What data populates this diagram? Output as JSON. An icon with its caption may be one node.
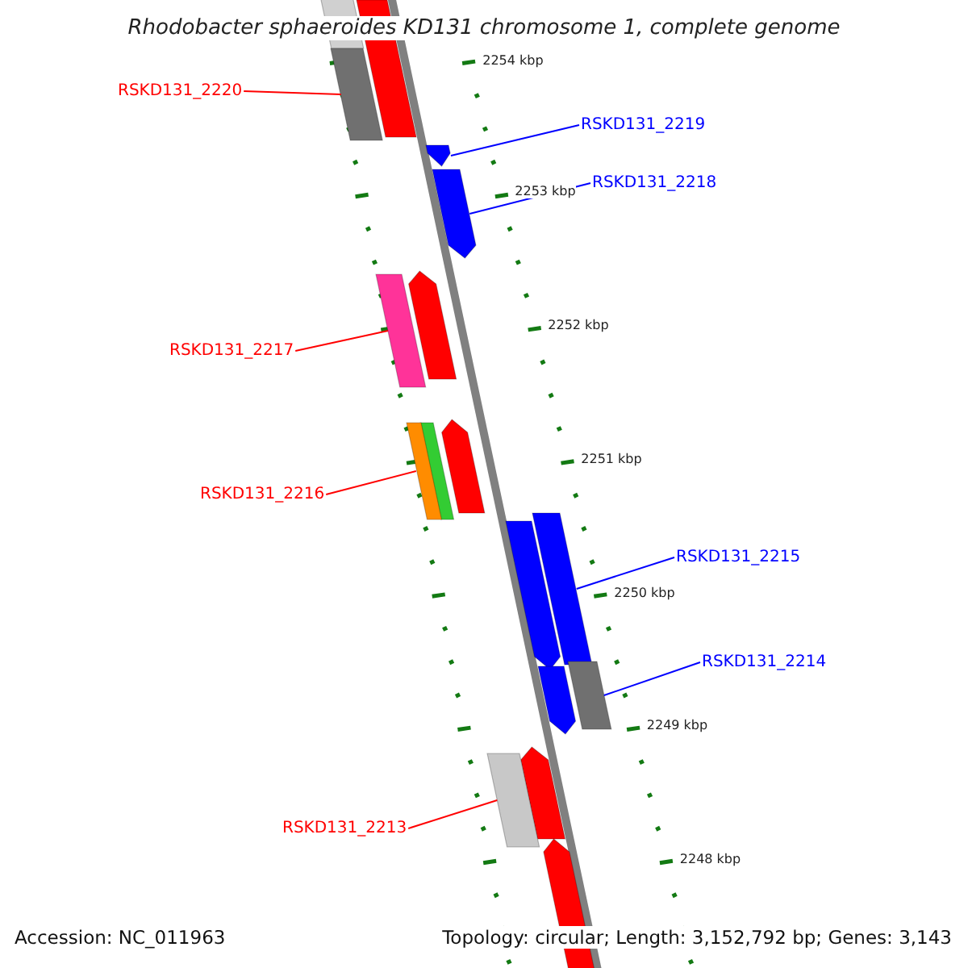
{
  "diagram": {
    "title": "Rhodobacter sphaeroides KD131 chromosome 1, complete genome",
    "nodes": [
      {
        "text": [
          "RSKD131_2220"
        ]
      },
      {
        "text": [],
        "shape": "bar"
      },
      {
        "text": [
          "RSKD131_2219"
        ]
      },
      {
        "text": [],
        "shape": "bar"
      },
      {
        "text": [
          "RSKD131_2218"
        ]
      },
      {
        "text": [],
        "shape": "bar"
      },
      {
        "text": [
          "RSKD131_2217"
        ]
      },
      {
        "text": [],
        "shape": "bar"
      },
      {
        "text": [
          "RSKD131_2216"
        ]
      },
      {
        "text": [],
        "shape": "bar"
      },
      {
        "text": [
          "RSKD131_2215"
        ]
      },
      {
        "text": [],
        "shape": "bar"
      },
      {
        "text": [
          "RSKD131_2214"
        ]
      },
      {
        "text": [],
        "shape": "bar"
      },
      {
        "text": [
          "RSKD131_2213"
        ]
      },
      {
        "text": [],
        "shape": "bar"
      }
    ],
    "edges": [
      {
        "from": 0,
        "to": 1,
        "arrow": "none",
        "color": "#ff0000"
      },
      {
        "from": 2,
        "to": 3,
        "arrow": "none",
        "color": "#0000ff"
      },
      {
        "from": 4,
        "to": 5,
        "arrow": "none",
        "color": "#0000ff"
      },
      {
        "from": 6,
        "to": 7,
        "arrow": "none",
        "color": "#ff0000"
      },
      {
        "from": 8,
        "to": 9,
        "arrow": "none",
        "color": "#ff0000"
      },
      {
        "from": 10,
        "to": 11,
        "arrow": "none",
        "color": "#0000ff"
      },
      {
        "from": 12,
        "to": 13,
        "arrow": "none",
        "color": "#0000ff"
      },
      {
        "from": 14,
        "to": 15,
        "arrow": "none",
        "color": "#ff0000"
      }
    ],
    "labels": [
      "2254 kbp",
      "2253 kbp",
      "2252 kbp",
      "2251 kbp",
      "2250 kbp",
      "2249 kbp",
      "2248 kbp",
      "Accession: NC_011963",
      "Topology: circular; Length: 3,152,792 bp; Genes: 3,143"
    ]
  }
}
